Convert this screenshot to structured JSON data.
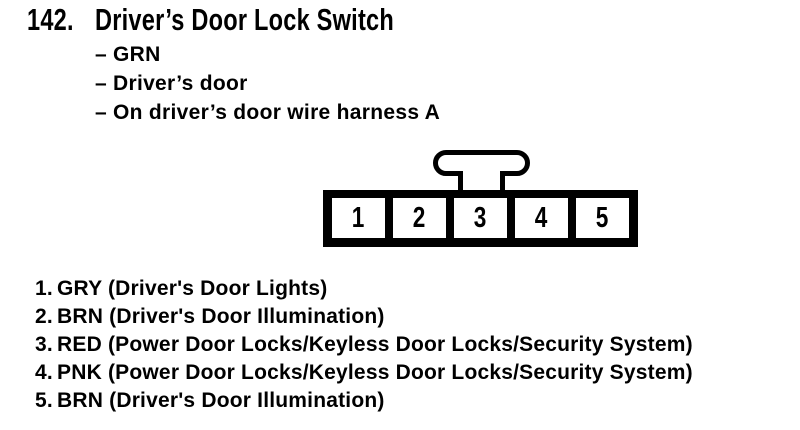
{
  "page": {
    "item_number": "142.",
    "title": "Driver’s Door Lock Switch",
    "details": [
      {
        "dash": "–",
        "text": "GRN"
      },
      {
        "dash": "–",
        "text": "Driver’s door"
      },
      {
        "dash": "–",
        "text": "On driver’s door wire harness A"
      }
    ],
    "connector": {
      "cavities": [
        "1",
        "2",
        "3",
        "4",
        "5"
      ]
    },
    "pins": [
      {
        "num": "1.",
        "label": "GRY (Driver's Door Lights)"
      },
      {
        "num": "2.",
        "label": "BRN (Driver's Door Illumination)"
      },
      {
        "num": "3.",
        "label": "RED (Power Door Locks/Keyless Door Locks/Security System)"
      },
      {
        "num": "4.",
        "label": "PNK (Power Door Locks/Keyless Door Locks/Security System)"
      },
      {
        "num": "5.",
        "label": "BRN (Driver's Door Illumination)"
      }
    ],
    "colors": {
      "ink": "#000000",
      "paper": "#ffffff"
    }
  }
}
